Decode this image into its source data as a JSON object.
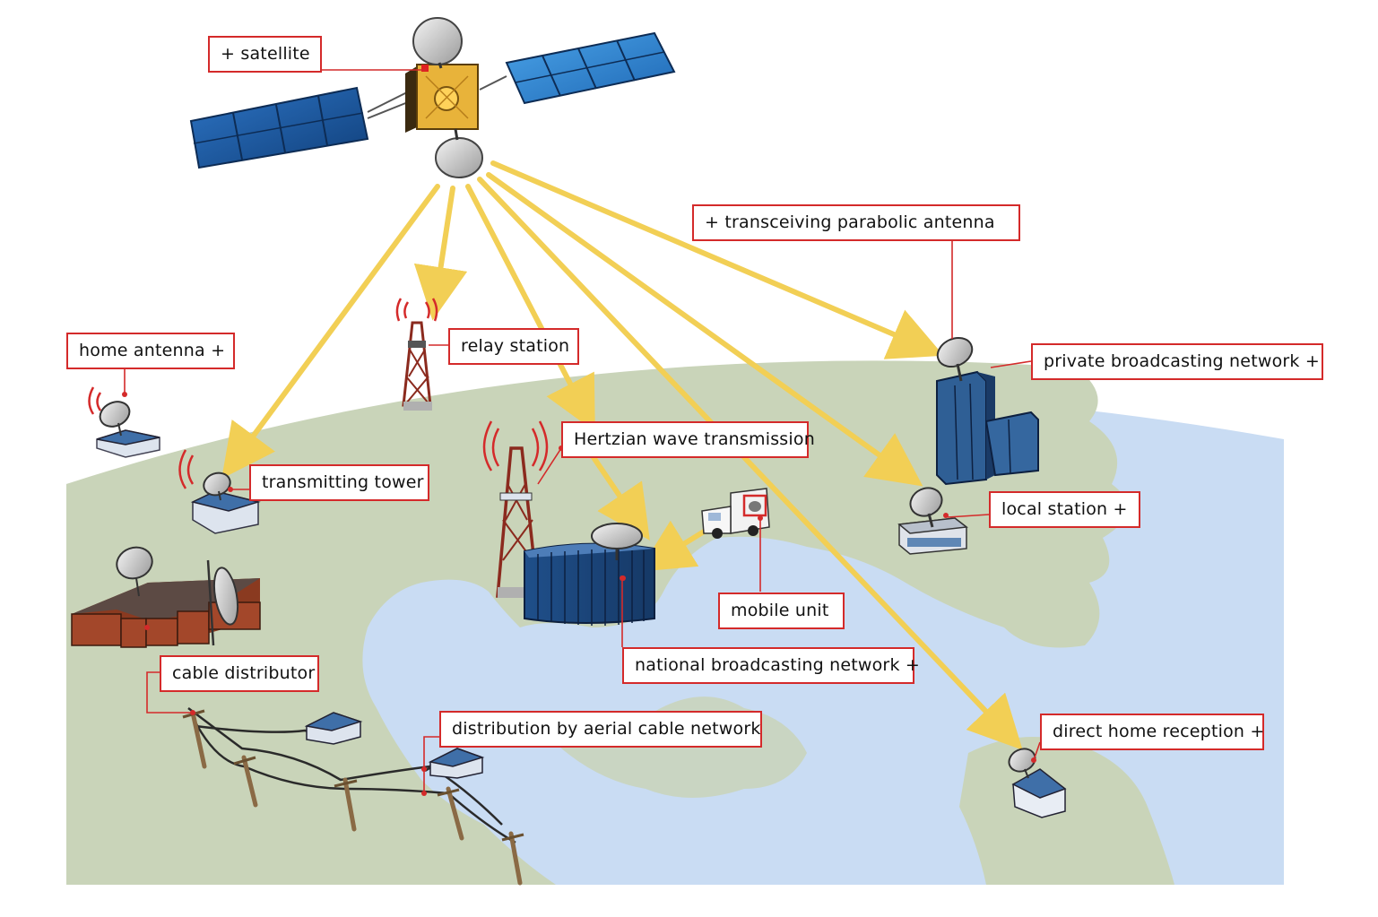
{
  "labels": {
    "satellite": "+ satellite",
    "transceiving_parabolic_antenna": "+ transceiving parabolic antenna",
    "home_antenna": "home antenna +",
    "relay_station": "relay station",
    "private_broadcasting_network": "private broadcasting network +",
    "hertzian_wave_transmission": "Hertzian wave transmission",
    "transmitting_tower": "transmitting tower",
    "local_station": "local station +",
    "mobile_unit": "mobile unit",
    "cable_distributor": "cable distributor",
    "national_broadcasting_network": "national broadcasting network +",
    "distribution_by_aerial_cable_network": "distribution by aerial cable network",
    "direct_home_reception": "direct home reception +"
  },
  "colors": {
    "label_border": "#d42a2a",
    "beam": "#f2cf55",
    "ocean": "#c9dcf3",
    "land": "#c9d4b9",
    "solar_panel": "#1d5fa8",
    "satellite_body": "#e8b33a",
    "building_blue": "#2f5f95",
    "building_brown": "#a3472a",
    "tower_red": "#8b2a1e"
  },
  "icons": {
    "satellite": "satellite-icon",
    "dish": "parabolic-dish-icon",
    "tower": "radio-tower-icon",
    "house": "house-icon",
    "van": "broadcast-van-icon",
    "pole": "utility-pole-icon"
  }
}
